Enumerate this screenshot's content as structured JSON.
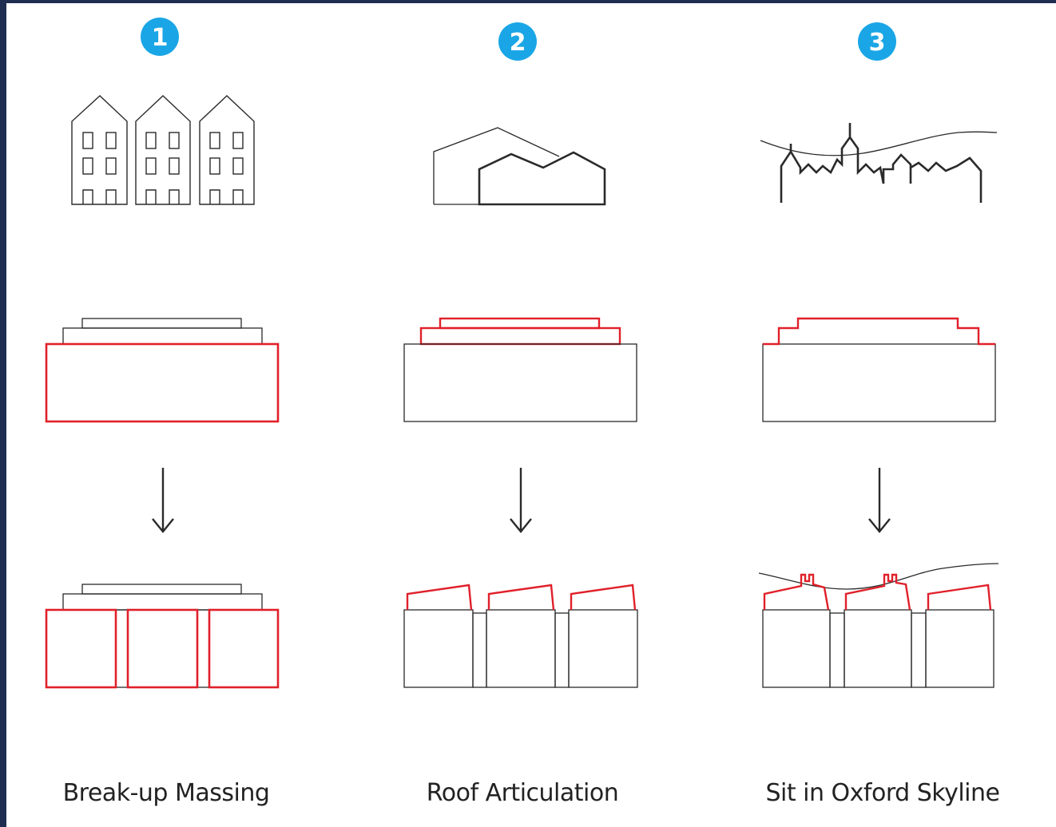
{
  "colors": {
    "accent": "#e0202a",
    "line": "#2a2a2a",
    "badge": "#1aa6e6",
    "frame": "#1f2d50"
  },
  "steps": [
    {
      "number": "1",
      "caption": "Break-up Massing"
    },
    {
      "number": "2",
      "caption": "Roof Articulation"
    },
    {
      "number": "3",
      "caption": "Sit in Oxford Skyline"
    }
  ]
}
